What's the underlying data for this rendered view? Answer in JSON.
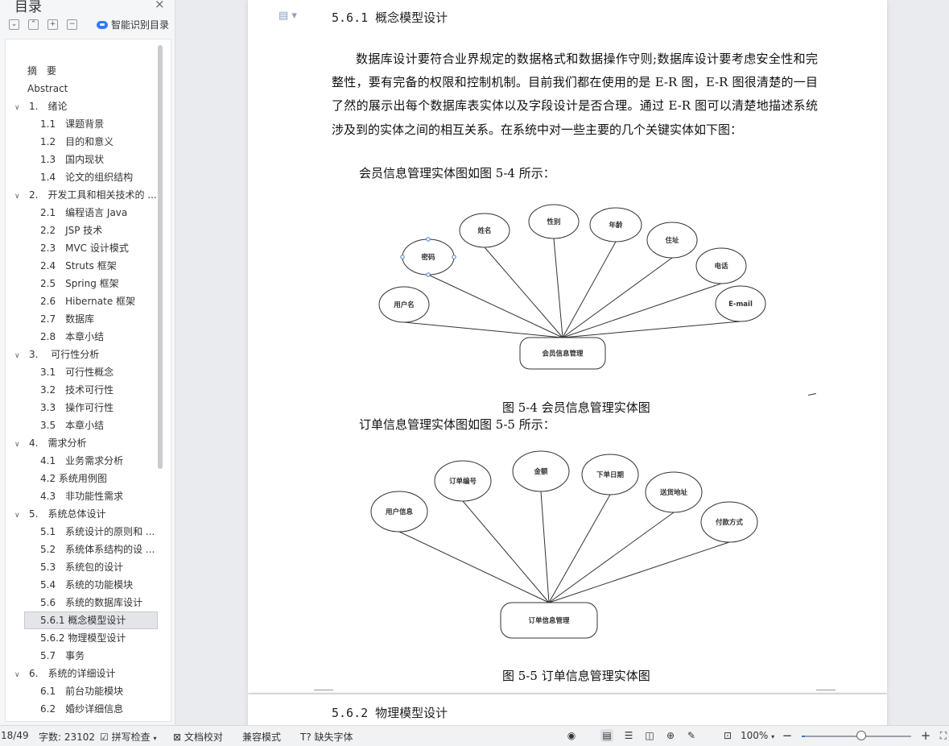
{
  "nav": {
    "title": "目录",
    "close": "×",
    "ai_toc_label": "智能识别目录",
    "toolbar_buttons": [
      "expand-all",
      "collapse-all",
      "add-heading",
      "remove-heading"
    ],
    "items": [
      {
        "label": "摘　要",
        "level": 0,
        "chev": ""
      },
      {
        "label": "Abstract",
        "level": 0,
        "chev": ""
      },
      {
        "label": "1.　绪论",
        "level": 0,
        "chev": "v"
      },
      {
        "label": "1.1　课题背景",
        "level": 1,
        "chev": ""
      },
      {
        "label": "1.2　目的和意义",
        "level": 1,
        "chev": ""
      },
      {
        "label": "1.3　国内现状",
        "level": 1,
        "chev": ""
      },
      {
        "label": "1.4　论文的组织结构",
        "level": 1,
        "chev": ""
      },
      {
        "label": "2.　开发工具和相关技术的 ...",
        "level": 0,
        "chev": "v"
      },
      {
        "label": "2.1　编程语言 Java",
        "level": 1,
        "chev": ""
      },
      {
        "label": "2.2　JSP 技术",
        "level": 1,
        "chev": ""
      },
      {
        "label": "2.3　MVC 设计模式",
        "level": 1,
        "chev": ""
      },
      {
        "label": "2.4　Struts 框架",
        "level": 1,
        "chev": ""
      },
      {
        "label": "2.5　Spring 框架",
        "level": 1,
        "chev": ""
      },
      {
        "label": "2.6　Hibernate 框架",
        "level": 1,
        "chev": ""
      },
      {
        "label": "2.7　数据库",
        "level": 1,
        "chev": ""
      },
      {
        "label": "2.8　本章小结",
        "level": 1,
        "chev": ""
      },
      {
        "label": "3.　 可行性分析",
        "level": 0,
        "chev": "v"
      },
      {
        "label": "3.1　可行性概念",
        "level": 1,
        "chev": ""
      },
      {
        "label": "3.2　技术可行性",
        "level": 1,
        "chev": ""
      },
      {
        "label": "3.3　操作可行性",
        "level": 1,
        "chev": ""
      },
      {
        "label": "3.5　本章小结",
        "level": 1,
        "chev": ""
      },
      {
        "label": "4.　需求分析",
        "level": 0,
        "chev": "v"
      },
      {
        "label": "4.1　业务需求分析",
        "level": 1,
        "chev": ""
      },
      {
        "label": "4.2  系统用例图",
        "level": 1,
        "chev": ""
      },
      {
        "label": "4.3　非功能性需求",
        "level": 1,
        "chev": ""
      },
      {
        "label": "5.　系统总体设计",
        "level": 0,
        "chev": "v"
      },
      {
        "label": "5.1　系统设计的原则和 ...",
        "level": 1,
        "chev": ""
      },
      {
        "label": "5.2　系统体系结构的设 ...",
        "level": 1,
        "chev": ""
      },
      {
        "label": "5.3　系统包的设计",
        "level": 1,
        "chev": ""
      },
      {
        "label": "5.4　系统的功能模块",
        "level": 1,
        "chev": ""
      },
      {
        "label": "5.6　系统的数据库设计",
        "level": 1,
        "chev": ""
      },
      {
        "label": "5.6.1  概念模型设计",
        "level": 1,
        "chev": "",
        "selected": true
      },
      {
        "label": "5.6.2  物理模型设计",
        "level": 1,
        "chev": ""
      },
      {
        "label": "5.7　事务",
        "level": 1,
        "chev": ""
      },
      {
        "label": "6.　系统的详细设计",
        "level": 0,
        "chev": "v"
      },
      {
        "label": "6.1　前台功能模块",
        "level": 1,
        "chev": ""
      },
      {
        "label": "6.2　婚纱详细信息",
        "level": 1,
        "chev": ""
      }
    ]
  },
  "doc": {
    "heading1": "5.6.1 概念模型设计",
    "paragraph": "数据库设计要符合业界规定的数据格式和数据操作守则;数据库设计要考虑安全性和完整性，要有完备的权限和控制机制。目前我们都在使用的是 E-R 图，E-R 图很清楚的一目了然的展示出每个数据库表实体以及字段设计是否合理。通过 E-R 图可以清楚地描述系统涉及到的实体之间的相互关系。在系统中对一些主要的几个关键实体如下图：",
    "intro1": "会员信息管理实体图如图 5-4 所示：",
    "figure1": {
      "entity": "会员信息管理",
      "attributes": [
        "用户名",
        "密码",
        "姓名",
        "性别",
        "年龄",
        "住址",
        "电话",
        "E-mail"
      ],
      "caption": "图 5-4 会员信息管理实体图"
    },
    "intro2": "订单信息管理实体图如图 5-5 所示：",
    "figure2": {
      "entity": "订单信息管理",
      "attributes": [
        "用户信息",
        "订单编号",
        "金额",
        "下单日期",
        "送货地址",
        "付款方式"
      ],
      "caption": "图 5-5 订单信息管理实体图"
    },
    "heading2": "5.6.2 物理模型设计"
  },
  "status": {
    "page": "18/49",
    "wordcount": "字数: 23102",
    "spellcheck": "拼写检查",
    "doc_proof": "文档校对",
    "compat": "兼容模式",
    "missing_font": "缺失字体",
    "zoom": "100%",
    "zoom_fraction": 0.5
  }
}
